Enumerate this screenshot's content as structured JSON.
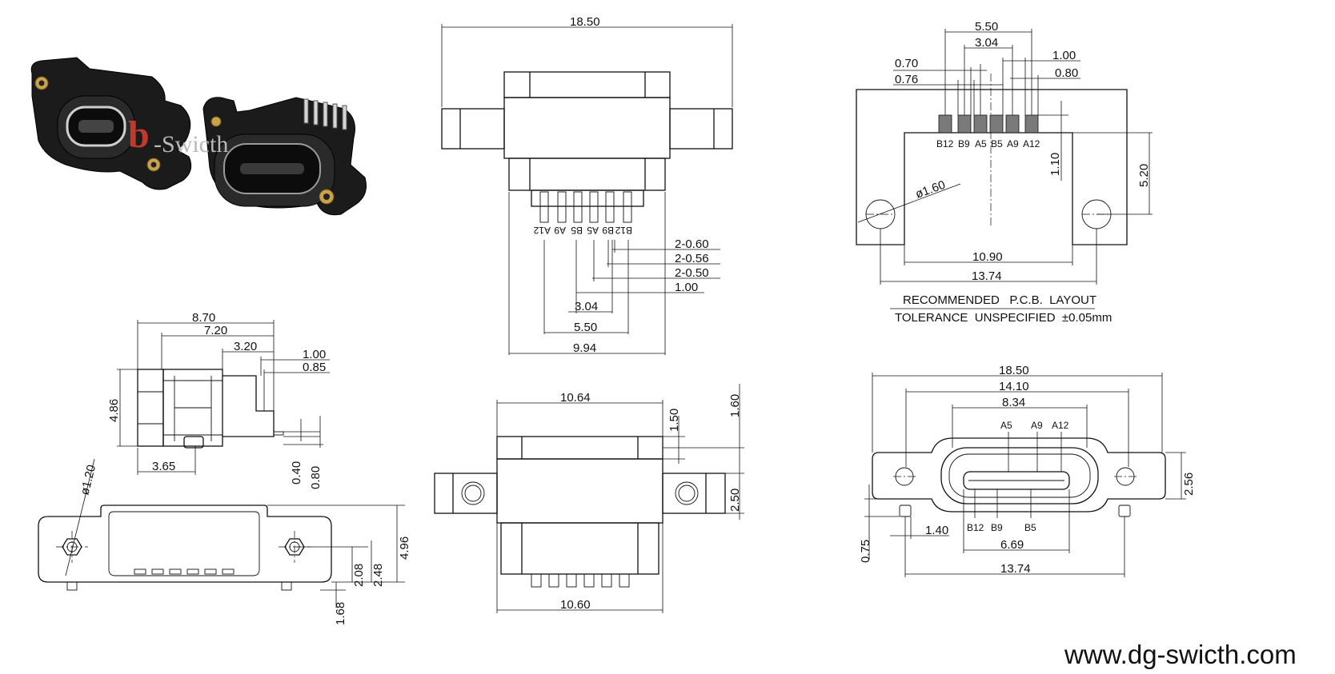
{
  "website": "www.dg-swicth.com",
  "photo": {
    "watermark_letter": "b",
    "watermark_text": "-Swicth"
  },
  "top_view": {
    "width": "18.50",
    "pin_labels": [
      "A12",
      "A9",
      "B5",
      "A5",
      "B9",
      "B12"
    ],
    "pitch_dims": [
      "2-0.60",
      "2-0.56",
      "2-0.50",
      "1.00"
    ],
    "spans": [
      "3.04",
      "5.50",
      "9.94"
    ]
  },
  "side_view": {
    "dims": [
      "8.70",
      "7.20",
      "3.20",
      "1.00",
      "0.85",
      "4.86",
      "3.65",
      "0.40",
      "0.80"
    ]
  },
  "rear_view": {
    "dims": [
      "ø1.20",
      "2.08",
      "2.48",
      "4.96",
      "1.68"
    ]
  },
  "front_view": {
    "dims": [
      "10.64",
      "1.50",
      "1.60",
      "2.50",
      "10.60"
    ]
  },
  "pcb_layout": {
    "dims": [
      "5.50",
      "3.04",
      "0.70",
      "0.76",
      "1.00",
      "0.80",
      "1.10",
      "5.20",
      "ø1.60",
      "10.90",
      "13.74"
    ],
    "pad_labels": [
      "B12",
      "B9",
      "A5",
      "B5",
      "A9",
      "A12"
    ],
    "title": "RECOMMENDED   P.C.B.  LAYOUT",
    "tolerance": "TOLERANCE  UNSPECIFIED  ±0.05mm"
  },
  "port_view": {
    "dims": [
      "18.50",
      "14.10",
      "8.34",
      "2.56",
      "0.75",
      "1.40",
      "6.69",
      "13.74"
    ],
    "top_pin_labels": [
      "A5",
      "A9",
      "A12"
    ],
    "bottom_pin_labels": [
      "B12",
      "B9",
      "B5"
    ]
  }
}
